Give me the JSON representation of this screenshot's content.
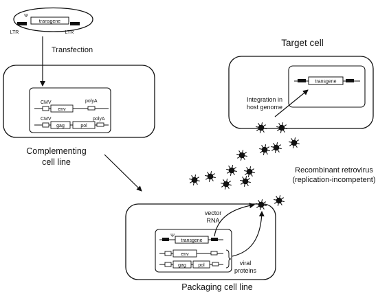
{
  "plasmid": {
    "psi_symbol": "Ψ",
    "transgene_label": "transgene",
    "ltr_left": "LTR",
    "ltr_right": "LTR"
  },
  "transfection_label": "Transfection",
  "complementing_cell": {
    "caption_line1": "Complementing",
    "caption_line2": "cell line",
    "cmv_top": "CMV",
    "env_label": "env",
    "polya_top": "polyA",
    "cmv_bottom": "CMV",
    "gag_label": "gag",
    "pol_label": "pol",
    "polya_bottom": "polyA"
  },
  "target_cell": {
    "title": "Target cell",
    "transgene_label": "transgene",
    "integration_line1": "Integration in",
    "integration_line2": "host genome"
  },
  "recombinant": {
    "line1": "Recombinant retrovirus",
    "line2": "(replication-incompetent)"
  },
  "packaging_cell": {
    "caption": "Packaging cell line",
    "psi_symbol": "Ψ",
    "transgene_label": "transgene",
    "env_label": "env",
    "gag_label": "gag",
    "pol_label": "pol",
    "vector_line1": "vector",
    "vector_line2": "RNA",
    "viral_line1": "viral",
    "viral_line2": "proteins"
  },
  "colors": {
    "ink": "#111111",
    "background": "#ffffff"
  }
}
